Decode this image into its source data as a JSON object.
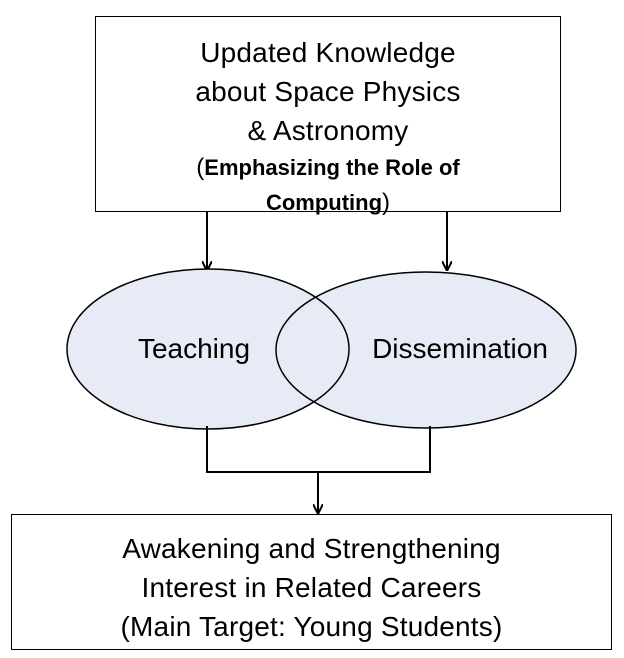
{
  "top_box": {
    "line1": "Updated Knowledge",
    "line2": "about Space Physics",
    "line3": "& Astronomy",
    "line4_open": "(",
    "line4_bold": "Emphasizing the Role of",
    "line5_bold": "Computing",
    "line5_close": ")"
  },
  "ellipses": {
    "left_label": "Teaching",
    "right_label": "Dissemination",
    "fill_color": "#e6ebf5"
  },
  "bottom_box": {
    "line1": "Awakening and Strengthening",
    "line2": "Interest in Related Careers",
    "line3": "(Main Target: Young Students)"
  }
}
